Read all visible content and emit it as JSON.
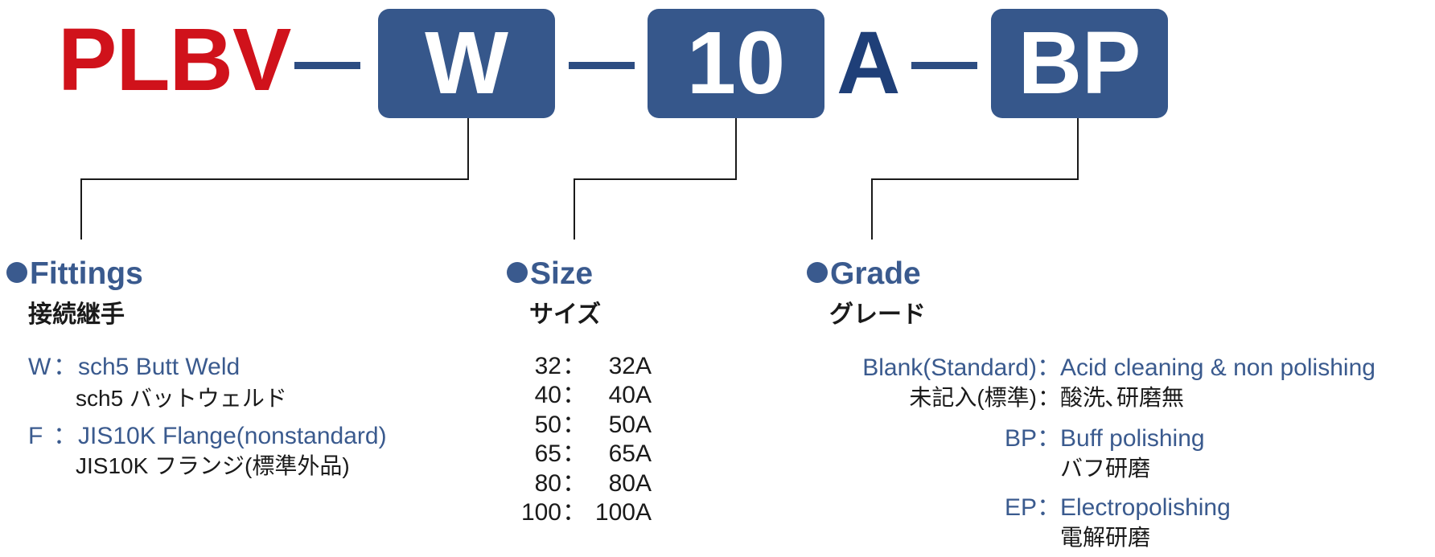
{
  "model_code": {
    "prefix": "PLBV",
    "fittings_code": "W",
    "size_code": "10",
    "size_suffix": "A",
    "grade_code": "BP"
  },
  "fittings": {
    "title": "Fittings",
    "title_ja": "接続継手",
    "options": [
      {
        "key": "W",
        "sep": "：",
        "en": "sch5 Butt Weld",
        "ja": "sch5 バットウェルド"
      },
      {
        "key": "F",
        "sep": "：",
        "en": "JIS10K Flange(nonstandard)",
        "ja": "JIS10K フランジ(標準外品)"
      }
    ]
  },
  "size": {
    "title": "Size",
    "title_ja": "サイズ",
    "rows": [
      {
        "code": "32",
        "sep": "：",
        "value": "32A"
      },
      {
        "code": "40",
        "sep": "：",
        "value": "40A"
      },
      {
        "code": "50",
        "sep": "：",
        "value": "50A"
      },
      {
        "code": "65",
        "sep": "：",
        "value": "65A"
      },
      {
        "code": "80",
        "sep": "：",
        "value": "80A"
      },
      {
        "code": "100",
        "sep": "：",
        "value": "100A"
      }
    ]
  },
  "grade": {
    "title": "Grade",
    "title_ja": "グレード",
    "options": [
      {
        "key": "Blank(Standard)",
        "key_ja": "未記入(標準)",
        "sep": "：",
        "en": "Acid cleaning & non polishing",
        "ja": "酸洗､研磨無"
      },
      {
        "key": "BP",
        "sep": "：",
        "en": "Buff polishing",
        "ja": "バフ研磨"
      },
      {
        "key": "EP",
        "sep": "：",
        "en": "Electropolishing",
        "ja": "電解研磨"
      }
    ]
  },
  "colors": {
    "prefix_red": "#d0121b",
    "box_blue": "#36578b",
    "text_blue": "#3a5a8e",
    "text_dark": "#1a1a1a"
  }
}
